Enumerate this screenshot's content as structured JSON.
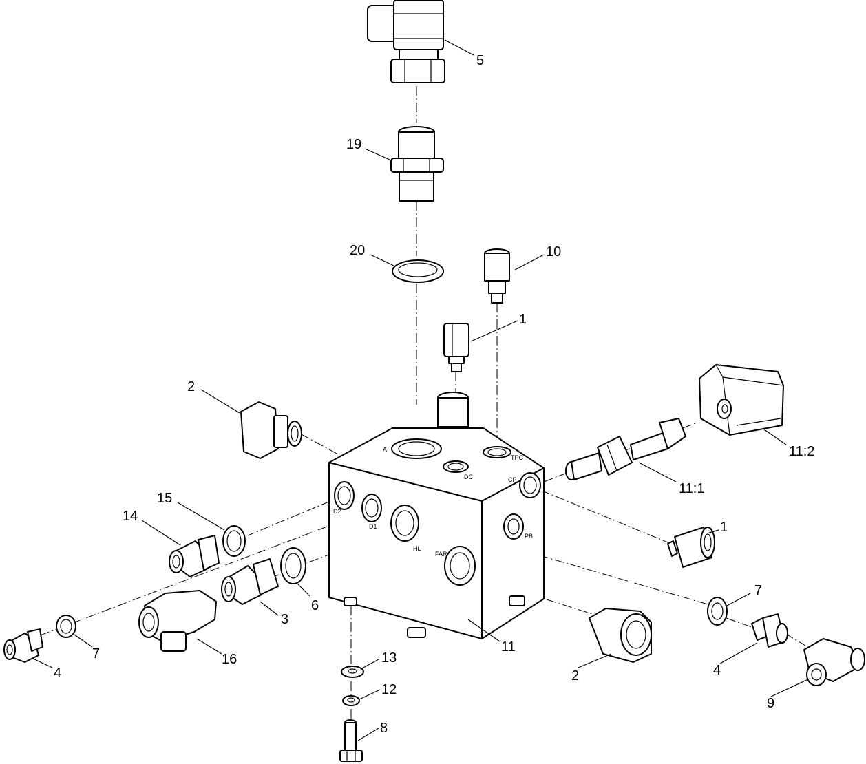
{
  "callouts": {
    "c5": "5",
    "c19": "19",
    "c20": "20",
    "c10": "10",
    "c1_top": "1",
    "c2_left": "2",
    "c11_2": "11:2",
    "c11_1": "11:1",
    "c15": "15",
    "c14": "14",
    "c1_right": "1",
    "c7_right": "7",
    "c6": "6",
    "c3": "3",
    "c16": "16",
    "c7_left": "7",
    "c4_left": "4",
    "c11": "11",
    "c2_bottom": "2",
    "c4_right": "4",
    "c9": "9",
    "c13": "13",
    "c12": "12",
    "c8": "8"
  },
  "ports": {
    "a": "A",
    "dc": "DC",
    "tpc": "TPC",
    "cp": "CP",
    "d2": "D2",
    "d1": "D1",
    "hl": "HL",
    "pb": "PB",
    "far": "FAR"
  }
}
